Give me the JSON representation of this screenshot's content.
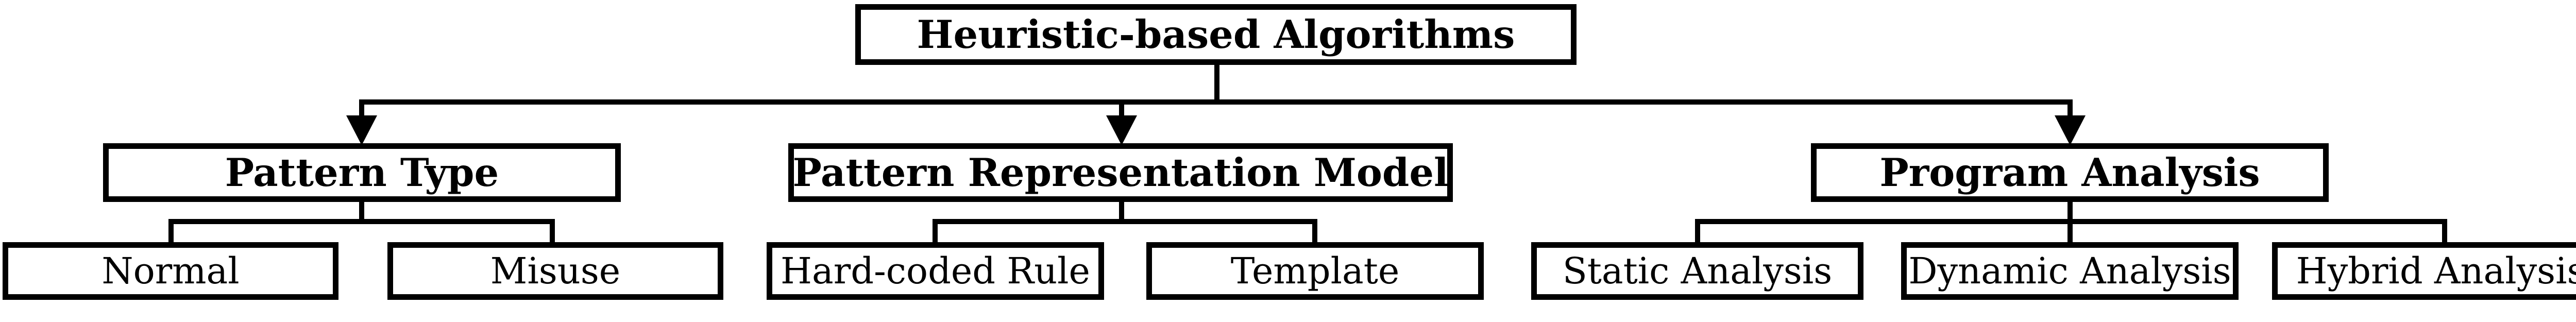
{
  "root": {
    "label": "Heuristic-based Algorithms"
  },
  "categories": [
    {
      "label": "Pattern Type",
      "children": [
        "Normal",
        "Misuse"
      ]
    },
    {
      "label": "Pattern Representation Model",
      "children": [
        "Hard-coded Rule",
        "Template"
      ]
    },
    {
      "label": "Program Analysis",
      "children": [
        "Static Analysis",
        "Dynamic Analysis",
        "Hybrid Analysis"
      ]
    }
  ],
  "colors": {
    "stroke": "#000000",
    "background": "#ffffff"
  }
}
